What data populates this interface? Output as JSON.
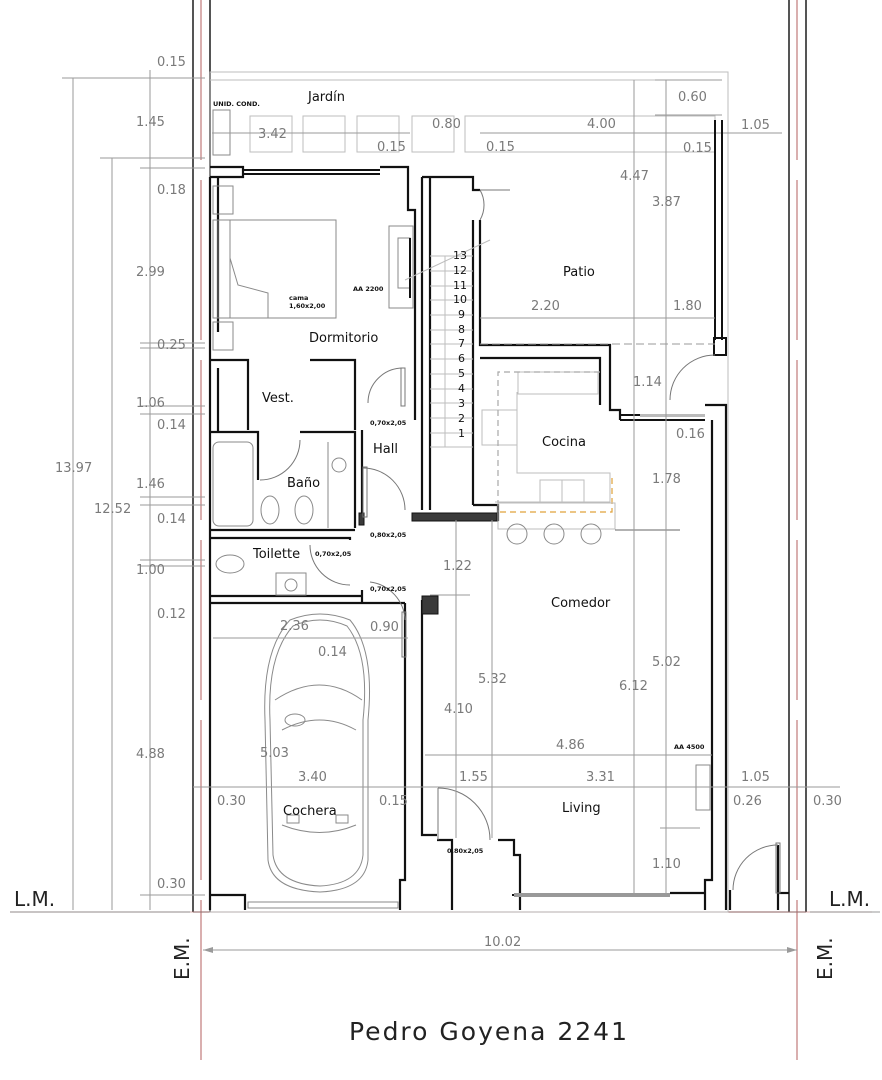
{
  "drawing": {
    "type": "architectural floor plan",
    "address": "Pedro Goyena 2241",
    "markers": {
      "lm_left": "L.M.",
      "lm_right": "L.M.",
      "em_left": "E.M.",
      "em_right": "E.M."
    },
    "colors": {
      "walls": "#111111",
      "dimensions": "#9a9a9a",
      "property_line": "#c07a7a",
      "counter_dashed": "#e0a23a",
      "columns": "#3a3a3a"
    }
  },
  "rooms": {
    "jardin": "Jardín",
    "dormitorio": "Dormitorio",
    "vestidor": "Vest.",
    "bano": "Baño",
    "hall": "Hall",
    "toilette": "Toilette",
    "cochera": "Cochera",
    "patio": "Patio",
    "cocina": "Cocina",
    "comedor": "Comedor",
    "living": "Living"
  },
  "notes": {
    "unid_cond": "UNID. COND.",
    "cama_1": "cama",
    "cama_2": "1,60x2,00",
    "aa_2200": "AA 2200",
    "aa_4500": "AA 4500",
    "door_dorm": "0,70x2,05",
    "door_hall": "0,80x2,05",
    "door_toilette": "0,70x2,05",
    "door_toilette_2": "0,70x2,05",
    "door_entry": "0,80x2,05"
  },
  "stairs": {
    "steps": [
      "13",
      "12",
      "11",
      "10",
      "9",
      "8",
      "7",
      "6",
      "5",
      "4",
      "3",
      "2",
      "1"
    ]
  },
  "dimensions": {
    "left_chain": [
      "0.15",
      "1.45",
      "0.18",
      "2.99",
      "0.25",
      "1.06",
      "0.14",
      "1.46",
      "0.14",
      "1.00",
      "0.12",
      "4.88",
      "0.30"
    ],
    "total_depth": "13.97",
    "built_depth": "12.52",
    "jardin_width": "3.42",
    "jardin_gap": "0.80",
    "jardin_wall_1": "0.15",
    "jardin_wall_2": "0.15",
    "patio_top_width": "4.00",
    "patio_right_wall": "0.15",
    "right_setback_top": "1.05",
    "patio_top_offset": "0.60",
    "patio_depth_1": "4.47",
    "patio_depth_2": "3.87",
    "patio_w1": "2.20",
    "patio_w2": "1.80",
    "cocina_door_gap": "1.14",
    "cocina_wall": "0.16",
    "cocina_depth": "1.78",
    "garage_width_top": "2.36",
    "garage_gap": "0.90",
    "garage_wall": "0.14",
    "hall_gap": "1.22",
    "comedor_h1": "5.32",
    "comedor_h2": "6.12",
    "comedor_h3": "5.02",
    "hall_depth": "4.10",
    "garage_depth": "5.03",
    "living_width": "4.86",
    "garage_inner": "3.40",
    "garage_left": "0.30",
    "garage_right": "0.15",
    "entry_width": "1.55",
    "living_inner": "3.31",
    "right_setback": "1.05",
    "right_wall": "0.26",
    "right_edge": "0.30",
    "living_bay": "1.10",
    "lot_width": "10.02"
  }
}
